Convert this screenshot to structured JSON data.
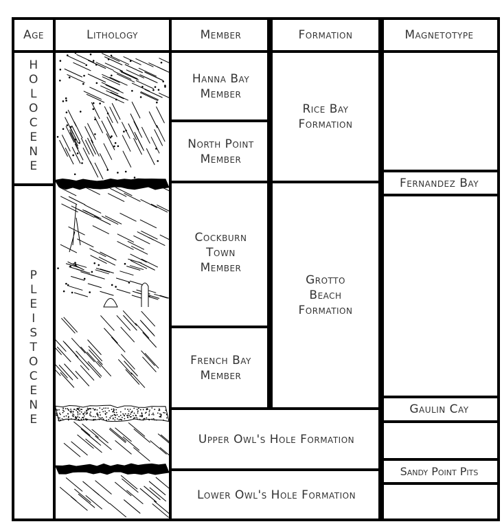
{
  "headers": {
    "age": "Age",
    "lithology": "Lithology",
    "member": "Member",
    "formation": "Formation",
    "magnetotype": "Magnetotype"
  },
  "ages": {
    "holocene": "HOLOCENE",
    "pleistocene": "PLEISTOCENE"
  },
  "members": {
    "hanna_bay": "Hanna Bay\nMember",
    "north_point": "North Point\nMember",
    "cockburn_town": "Cockburn\nTown\nMember",
    "french_bay": "French Bay\nMember"
  },
  "formations": {
    "rice_bay": "Rice Bay\nFormation",
    "grotto_beach": "Grotto\nBeach\nFormation",
    "upper_owls_hole": "Upper Owl's Hole Formation",
    "lower_owls_hole": "Lower Owl's Hole Formation"
  },
  "magnetotypes": {
    "fernandez_bay": "Fernandez Bay",
    "gaulin_cay": "Gaulin Cay",
    "sandy_point_pits": "Sandy Point Pits"
  }
}
